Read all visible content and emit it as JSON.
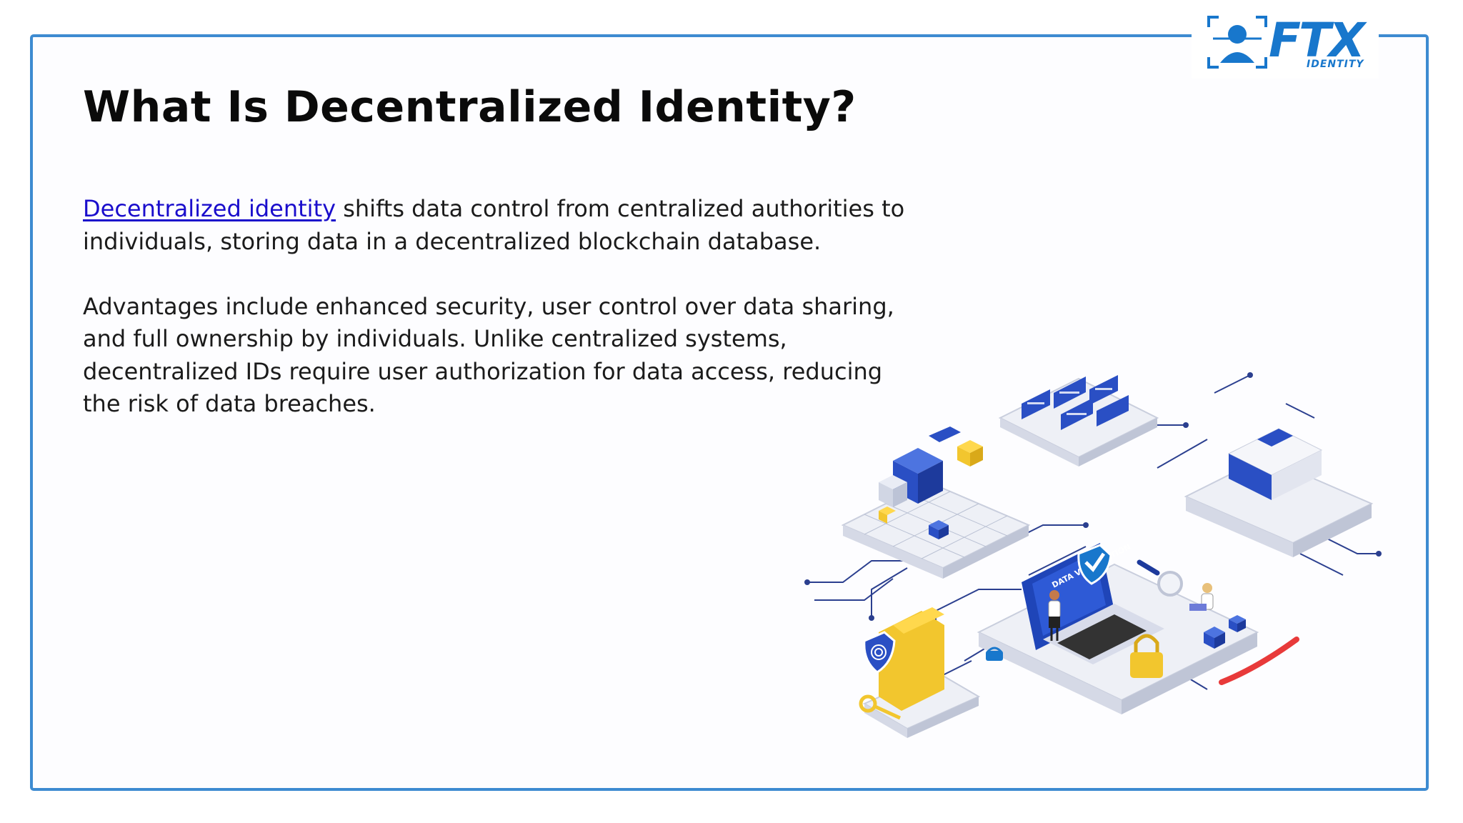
{
  "slide": {
    "title": "What Is Decentralized Identity?",
    "paragraph1": {
      "link_text": "Decentralized identity",
      "rest": " shifts data control from centralized authorities to individuals, storing data in a decentralized blockchain database."
    },
    "paragraph2": "Advantages include enhanced security, user control over data sharing, and full ownership by individuals. Unlike centralized systems, decentralized IDs require user authorization for data access, reducing the risk of data breaches."
  },
  "logo": {
    "name": "FTX",
    "tagline": "IDENTITY",
    "icon": "face-scan-icon"
  },
  "illustration": {
    "label": "DATA VERIFICATION",
    "icons": [
      "server-icon",
      "laptop-icon",
      "shield-check-icon",
      "padlock-icon",
      "folder-icon",
      "fingerprint-shield-icon",
      "key-icon",
      "cube-icon",
      "person-icon"
    ]
  },
  "colors": {
    "frame": "#3d8bd1",
    "brand": "#1877cc",
    "link": "#1a0dcc",
    "accent_blue": "#2a4fc4",
    "accent_yellow": "#f2c62e"
  }
}
